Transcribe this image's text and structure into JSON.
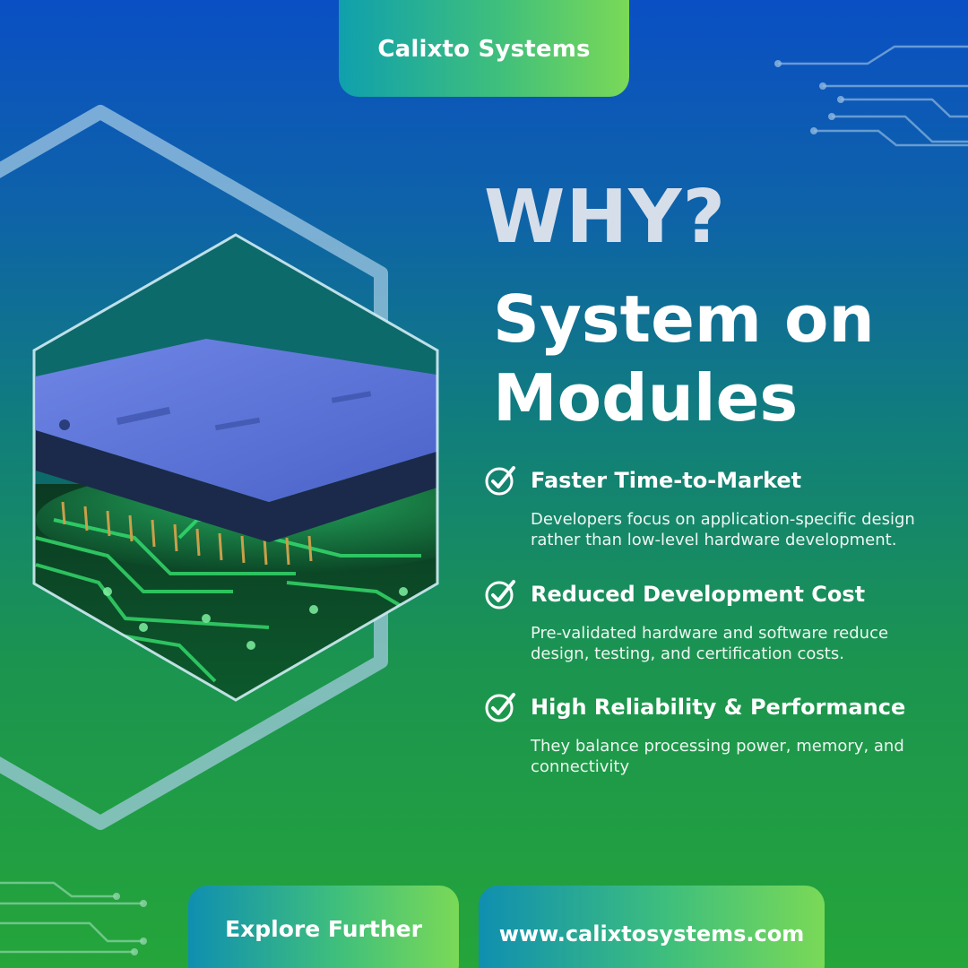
{
  "brand": {
    "name": "Calixto Systems"
  },
  "hero": {
    "kicker": "WHY?",
    "headline_line1": "System on",
    "headline_line2": "Modules"
  },
  "benefits": [
    {
      "title": "Faster Time-to-Market",
      "description": "Developers focus on application-specific design rather than low-level hardware development.",
      "icon": "check-circle-icon"
    },
    {
      "title": "Reduced Development Cost",
      "description": "Pre-validated hardware and software reduce design, testing, and certification costs.",
      "icon": "check-circle-icon"
    },
    {
      "title": "High Reliability & Performance",
      "description": "They balance processing power, memory, and connectivity",
      "icon": "check-circle-icon"
    }
  ],
  "cta": {
    "explore_label": "Explore Further",
    "website": "www.calixtosystems.com"
  },
  "colors": {
    "gradient_top": "#0a4fc4",
    "gradient_bottom": "#25a53a",
    "pill_start": "#0fa0ad",
    "pill_end": "#7ad957",
    "kicker_text": "#d6deea",
    "text": "#ffffff"
  }
}
